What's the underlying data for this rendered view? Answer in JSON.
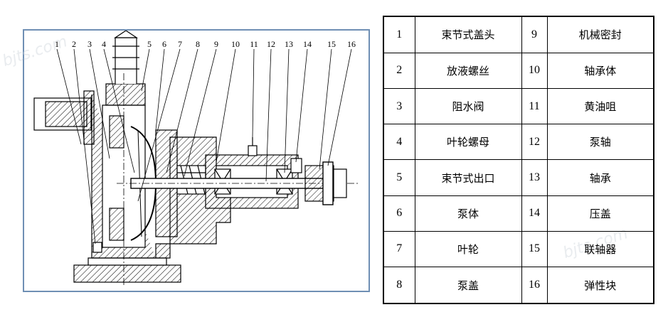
{
  "callouts": [
    "1",
    "2",
    "3",
    "4",
    "5",
    "6",
    "7",
    "8",
    "9",
    "10",
    "11",
    "12",
    "13",
    "14",
    "15",
    "16"
  ],
  "parts": [
    {
      "num": "1",
      "name": "束节式盖头",
      "num2": "9",
      "name2": "机械密封"
    },
    {
      "num": "2",
      "name": "放液螺丝",
      "num2": "10",
      "name2": "轴承体"
    },
    {
      "num": "3",
      "name": "阻水阀",
      "num2": "11",
      "name2": "黄油咀"
    },
    {
      "num": "4",
      "name": "叶轮螺母",
      "num2": "12",
      "name2": "泵轴"
    },
    {
      "num": "5",
      "name": "束节式出口",
      "num2": "13",
      "name2": "轴承"
    },
    {
      "num": "6",
      "name": "泵体",
      "num2": "14",
      "name2": "压盖"
    },
    {
      "num": "7",
      "name": "叶轮",
      "num2": "15",
      "name2": "联轴器"
    },
    {
      "num": "8",
      "name": "泵盖",
      "num2": "16",
      "name2": "弹性块"
    }
  ],
  "watermarks": [
    "bjts.com",
    "bjts.com"
  ],
  "colors": {
    "frame": "#6f8fb4",
    "line": "#000000",
    "watermark": "#d8dde2"
  }
}
